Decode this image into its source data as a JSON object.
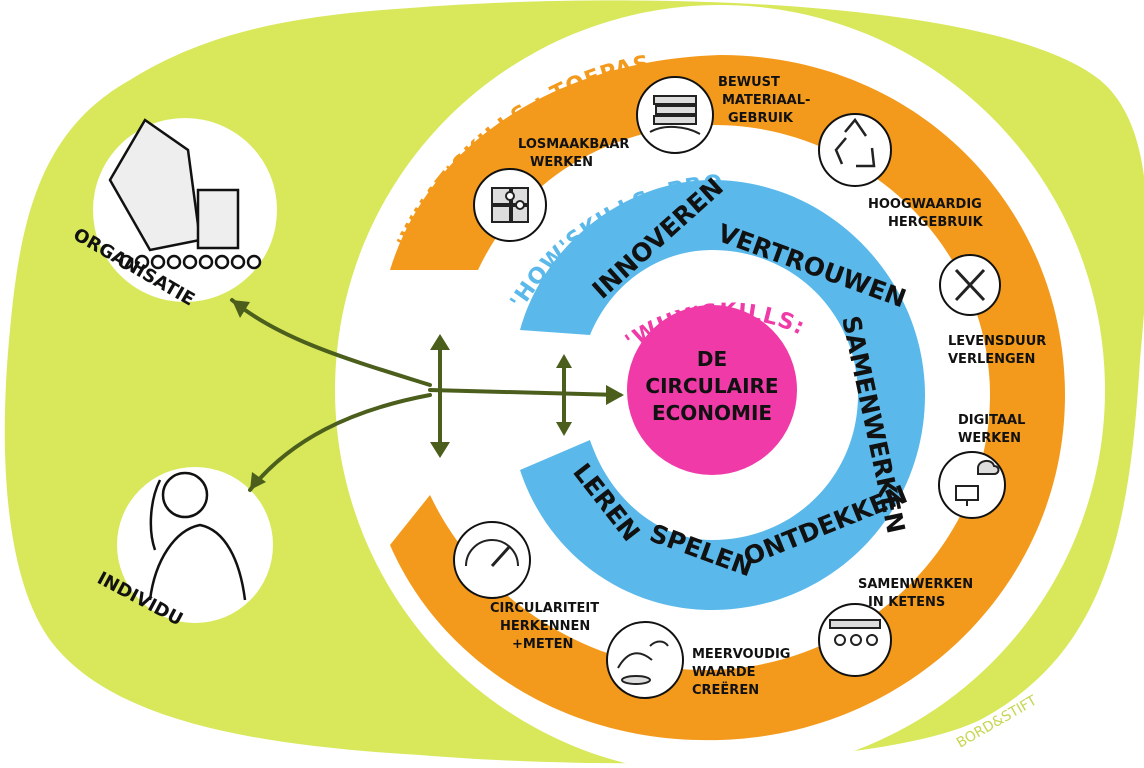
{
  "colors": {
    "background_blob": "#d8e85a",
    "outer_ring": "#f39a1c",
    "middle_ring": "#5ab9ea",
    "core": "#ef3aa8",
    "what_label": "#f39a1c",
    "how_label": "#5ab9ea",
    "why_label": "#ef3aa8",
    "arrows": "#4b5e1c"
  },
  "labels": {
    "organisatie": "ORGANISATIE",
    "individu": "INDIVIDU",
    "watermark": "BORD&STIFT"
  },
  "rings": {
    "what": "'WHAT'SKILLS : TOEPASSING",
    "how": "'HOW'SKILLS: PROCES",
    "why": "'WHY'SKILLS: MINDSET"
  },
  "core": {
    "line1": "DE",
    "line2": "CIRCULAIRE",
    "line3": "ECONOMIE"
  },
  "how_words": {
    "innoveren": "INNOVEREN",
    "vertrouwen": "VERTROUWEN",
    "samenwerken": "SAMENWERKEN",
    "leren": "LEREN",
    "spelen": "SPELEN",
    "ontdekken": "ONTDEKKEN"
  },
  "what_items": {
    "losmaakbaar": [
      "LOSMAAKBAAR",
      "WERKEN"
    ],
    "bewust": [
      "BEWUST",
      "MATERIAAL-",
      "GEBRUIK"
    ],
    "hoogwaardig": [
      "HOOGWAARDIG",
      "HERGEBRUIK"
    ],
    "levensduur": [
      "LEVENSDUUR",
      "VERLENGEN"
    ],
    "digitaal": [
      "DIGITAAL",
      "WERKEN"
    ],
    "ketens": [
      "SAMENWERKEN",
      "IN KETENS"
    ],
    "meervoudig": [
      "MEERVOUDIG",
      "WAARDE",
      "CREËREN"
    ],
    "circulariteit": [
      "CIRCULARITEIT",
      "HERKENNEN",
      "+METEN"
    ]
  },
  "icons": {
    "puzzle": "puzzle-icon",
    "materials": "material-stack-icon",
    "recycle": "recycle-icon",
    "tools": "tools-icon",
    "cloud": "cloud-computer-icon",
    "people": "people-meeting-icon",
    "value": "value-creation-icon",
    "gauge": "gauge-icon",
    "building": "building-icon",
    "person": "person-icon"
  }
}
